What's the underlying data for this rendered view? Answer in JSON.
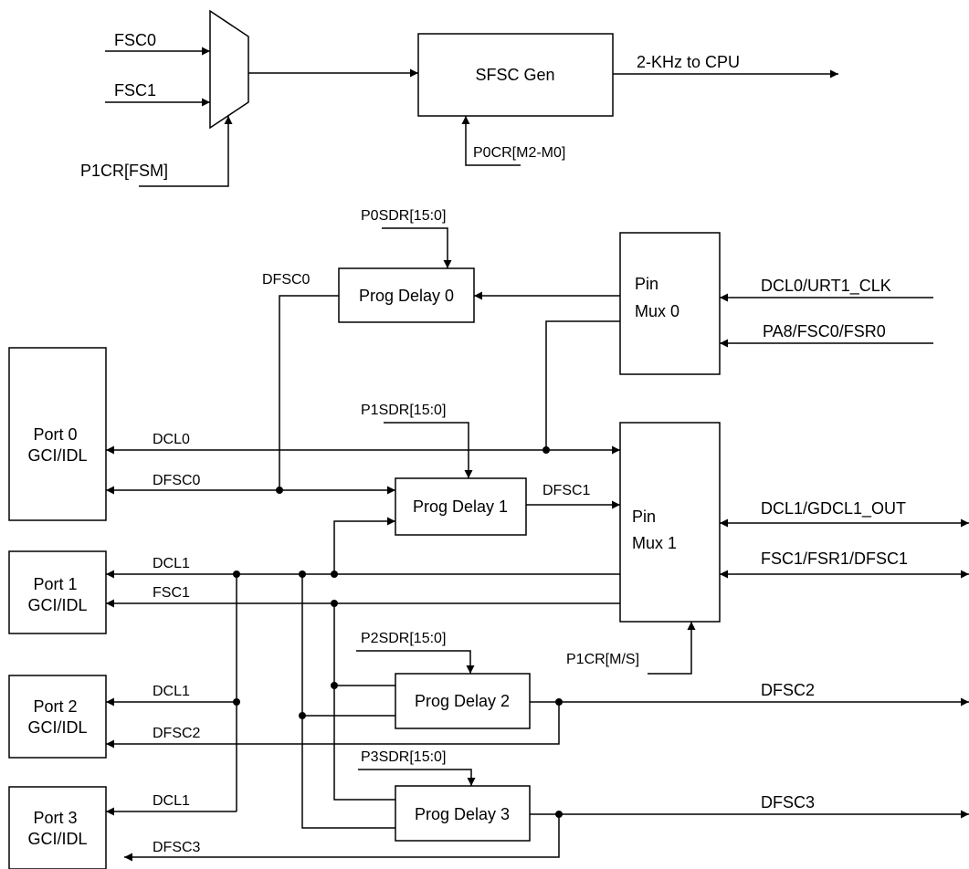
{
  "blocks": {
    "sfsc_gen": "SFSC Gen",
    "prog_delay_0": "Prog Delay 0",
    "prog_delay_1": "Prog Delay 1",
    "prog_delay_2": "Prog Delay 2",
    "prog_delay_3": "Prog Delay 3",
    "pin_mux_0": [
      "Pin",
      "Mux 0"
    ],
    "pin_mux_1": [
      "Pin",
      "Mux 1"
    ],
    "port_0": [
      "Port 0",
      "GCI/IDL"
    ],
    "port_1": [
      "Port 1",
      "GCI/IDL"
    ],
    "port_2": [
      "Port 2",
      "GCI/IDL"
    ],
    "port_3": [
      "Port 3",
      "GCI/IDL"
    ]
  },
  "signals": {
    "fsc0": "FSC0",
    "fsc1": "FSC1",
    "p1cr_fsm": "P1CR[FSM]",
    "cpu_out": "2-KHz to CPU",
    "p0cr_mode": "P0CR[M2-M0]",
    "p0sdr": "P0SDR[15:0]",
    "p1sdr": "P1SDR[15:0]",
    "p2sdr": "P2SDR[15:0]",
    "p3sdr": "P3SDR[15:0]",
    "dfsc0_node": "DFSC0",
    "dcl0_pin": "DCL0/URT1_CLK",
    "pa8_pin": "PA8/FSC0/FSR0",
    "dcl0_port": "DCL0",
    "dfsc0_port": "DFSC0",
    "dfsc1_node": "DFSC1",
    "dcl1_pin": "DCL1/GDCL1_OUT",
    "fsc1_pin": "FSC1/FSR1/DFSC1",
    "dcl1_port1": "DCL1",
    "fsc1_port1": "FSC1",
    "p1cr_ms": "P1CR[M/S]",
    "dcl1_port2": "DCL1",
    "dfsc2_port": "DFSC2",
    "dfsc2_out": "DFSC2",
    "dcl1_port3": "DCL1",
    "dfsc3_port": "DFSC3",
    "dfsc3_out": "DFSC3"
  }
}
